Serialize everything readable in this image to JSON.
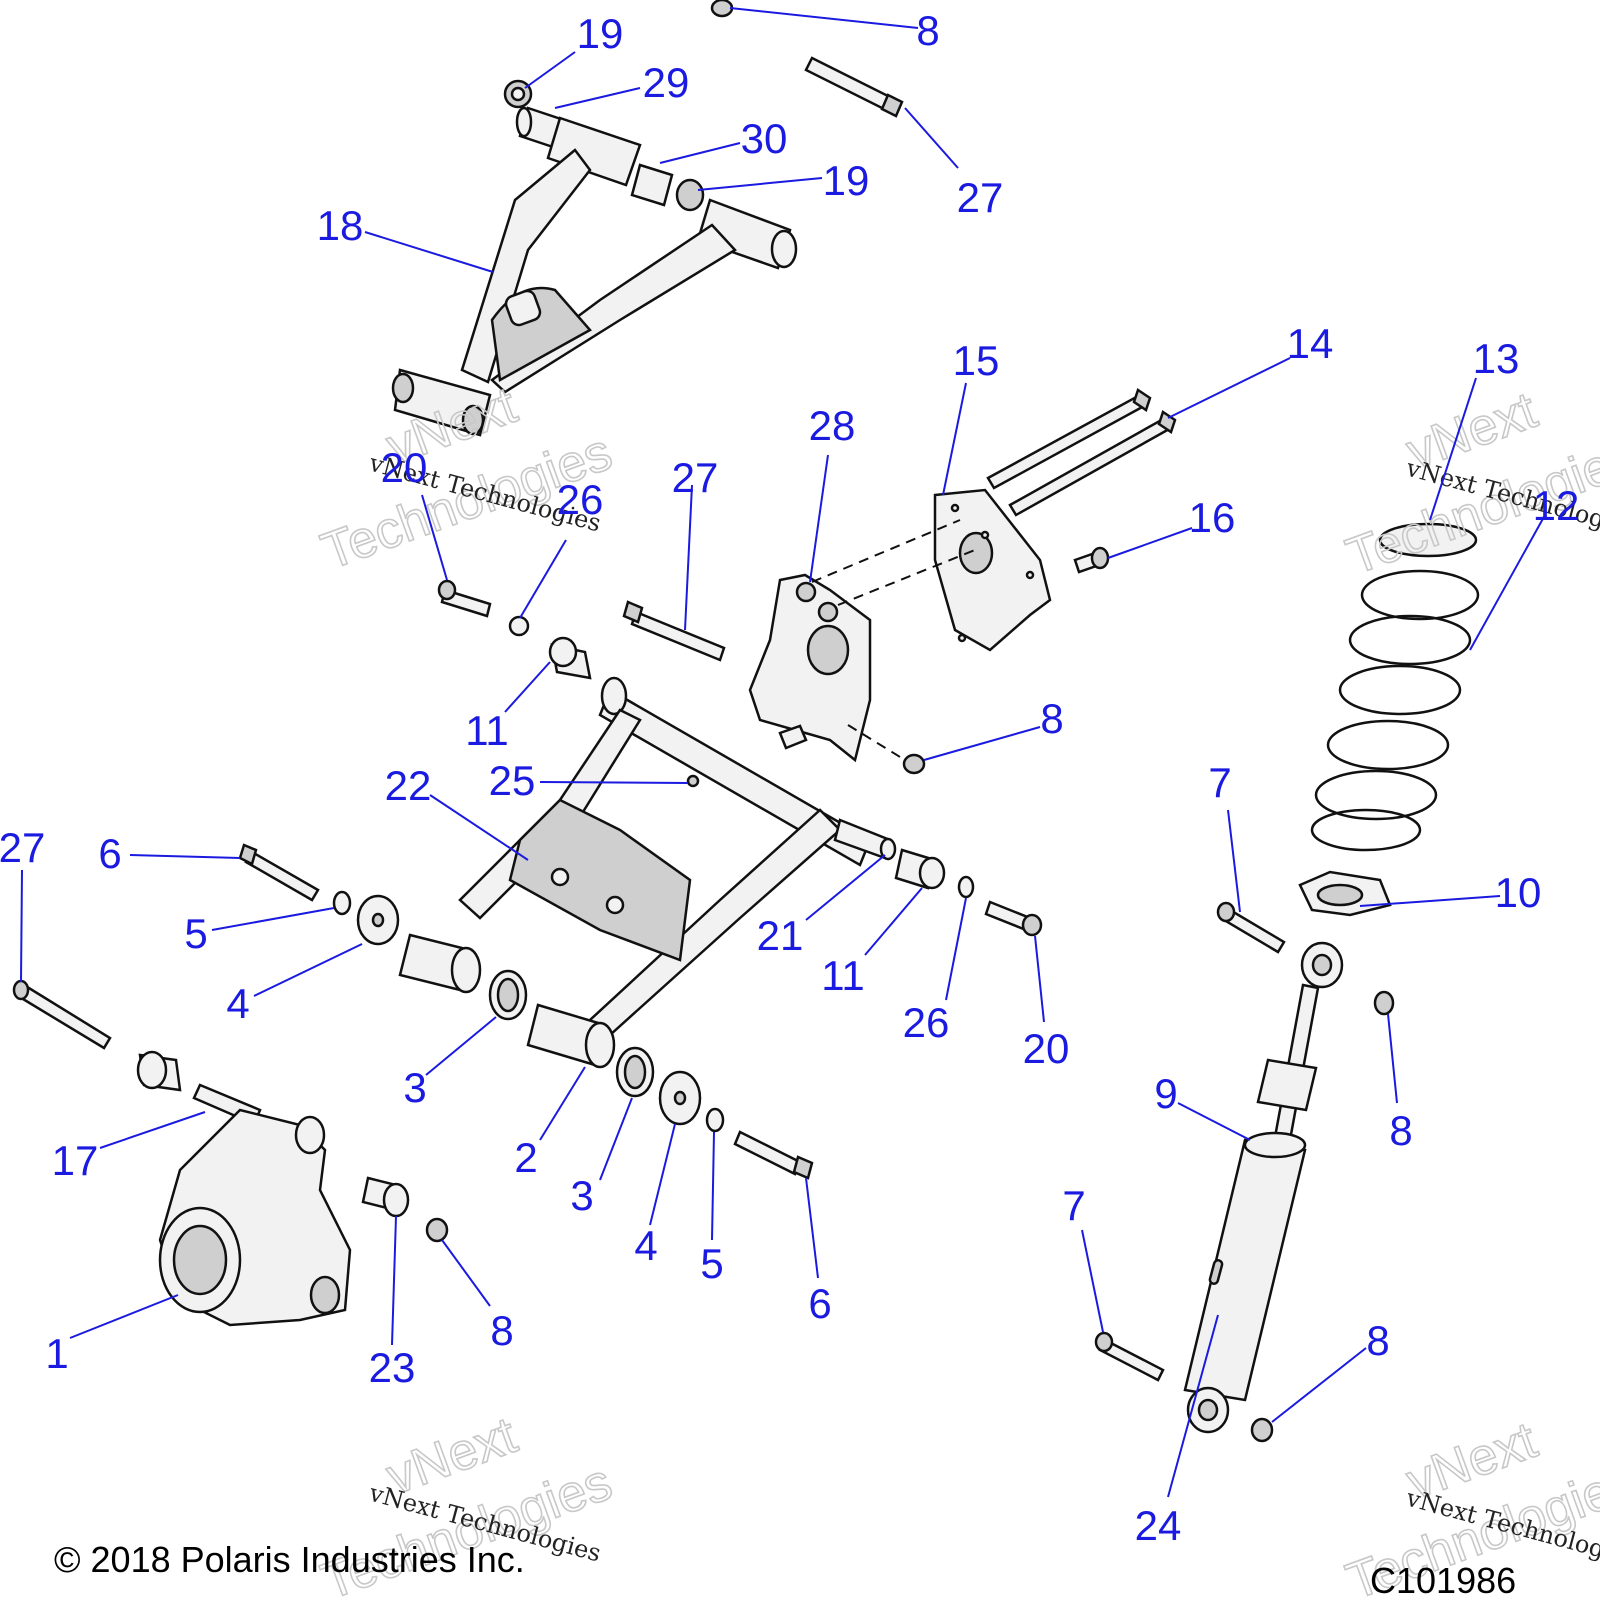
{
  "diagram": {
    "copyright": "© 2018 Polaris Industries Inc.",
    "figure_id": "C101986",
    "watermark": {
      "line1": "vNext",
      "line2": "Technologies",
      "small": "vNext Technologies"
    },
    "callouts": [
      {
        "id": "c-8-top",
        "label": "8"
      },
      {
        "id": "c-19-top",
        "label": "19"
      },
      {
        "id": "c-29",
        "label": "29"
      },
      {
        "id": "c-30",
        "label": "30"
      },
      {
        "id": "c-19-mid",
        "label": "19"
      },
      {
        "id": "c-27-top",
        "label": "27"
      },
      {
        "id": "c-18",
        "label": "18"
      },
      {
        "id": "c-14",
        "label": "14"
      },
      {
        "id": "c-15",
        "label": "15"
      },
      {
        "id": "c-13",
        "label": "13"
      },
      {
        "id": "c-28",
        "label": "28"
      },
      {
        "id": "c-12",
        "label": "12"
      },
      {
        "id": "c-16",
        "label": "16"
      },
      {
        "id": "c-20-top",
        "label": "20"
      },
      {
        "id": "c-26-top",
        "label": "26"
      },
      {
        "id": "c-27-mid",
        "label": "27"
      },
      {
        "id": "c-11-top",
        "label": "11"
      },
      {
        "id": "c-8-mid",
        "label": "8"
      },
      {
        "id": "c-22",
        "label": "22"
      },
      {
        "id": "c-25",
        "label": "25"
      },
      {
        "id": "c-7-top",
        "label": "7"
      },
      {
        "id": "c-27-left",
        "label": "27"
      },
      {
        "id": "c-6-left",
        "label": "6"
      },
      {
        "id": "c-10",
        "label": "10"
      },
      {
        "id": "c-5-left",
        "label": "5"
      },
      {
        "id": "c-21",
        "label": "21"
      },
      {
        "id": "c-11-mid",
        "label": "11"
      },
      {
        "id": "c-4-left",
        "label": "4"
      },
      {
        "id": "c-26-mid",
        "label": "26"
      },
      {
        "id": "c-20-mid",
        "label": "20"
      },
      {
        "id": "c-3-left",
        "label": "3"
      },
      {
        "id": "c-9",
        "label": "9"
      },
      {
        "id": "c-8-right",
        "label": "8"
      },
      {
        "id": "c-17",
        "label": "17"
      },
      {
        "id": "c-2",
        "label": "2"
      },
      {
        "id": "c-3-mid",
        "label": "3"
      },
      {
        "id": "c-4-mid",
        "label": "4"
      },
      {
        "id": "c-5-mid",
        "label": "5"
      },
      {
        "id": "c-7-bottom",
        "label": "7"
      },
      {
        "id": "c-6-mid",
        "label": "6"
      },
      {
        "id": "c-8-low",
        "label": "8"
      },
      {
        "id": "c-1",
        "label": "1"
      },
      {
        "id": "c-23",
        "label": "23"
      },
      {
        "id": "c-8-bottom",
        "label": "8"
      },
      {
        "id": "c-24",
        "label": "24"
      }
    ]
  }
}
